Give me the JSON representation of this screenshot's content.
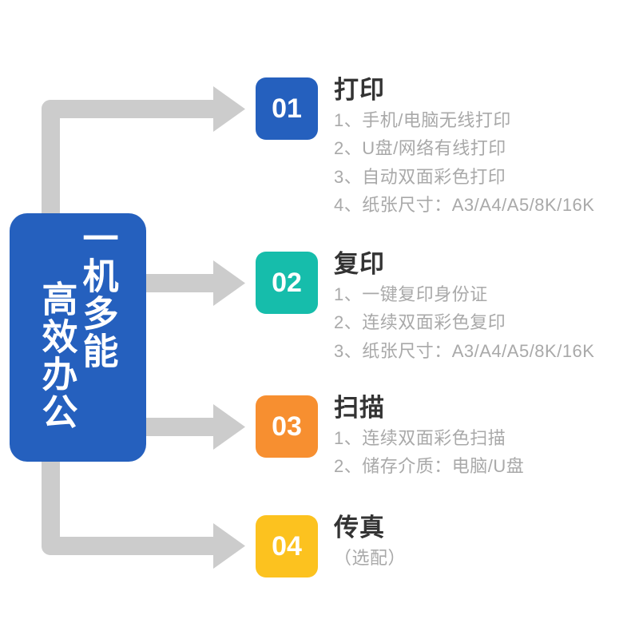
{
  "page": {
    "title": "一机多能 高效办公",
    "background_color": "#ffffff"
  },
  "hero": {
    "name": "一机多能 高效办公",
    "background_color": "#2560be",
    "text_color": "#ffffff",
    "line_1": "一机多能",
    "line_2": "高效办公"
  },
  "connector": {
    "color": "#cccccc",
    "shape": "elbow-arrow"
  },
  "features": [
    {
      "number": "01",
      "title": "打印",
      "badge_color": "#2560be",
      "items": [
        "1、手机/电脑无线打印",
        "2、U盘/网络有线打印",
        "3、自动双面彩色打印",
        "4、纸张尺寸：A3/A4/A5/8K/16K"
      ],
      "note": ""
    },
    {
      "number": "02",
      "title": "复印",
      "badge_color": "#16bdab",
      "items": [
        "1、一键复印身份证",
        "2、连续双面彩色复印",
        "3、纸张尺寸：A3/A4/A5/8K/16K"
      ],
      "note": ""
    },
    {
      "number": "03",
      "title": "扫描",
      "badge_color": "#f78f30",
      "items": [
        "1、连续双面彩色扫描",
        "2、储存介质：电脑/U盘"
      ],
      "note": ""
    },
    {
      "number": "04",
      "title": "传真",
      "badge_color": "#fcc21f",
      "items": [],
      "note": "（选配）"
    }
  ]
}
